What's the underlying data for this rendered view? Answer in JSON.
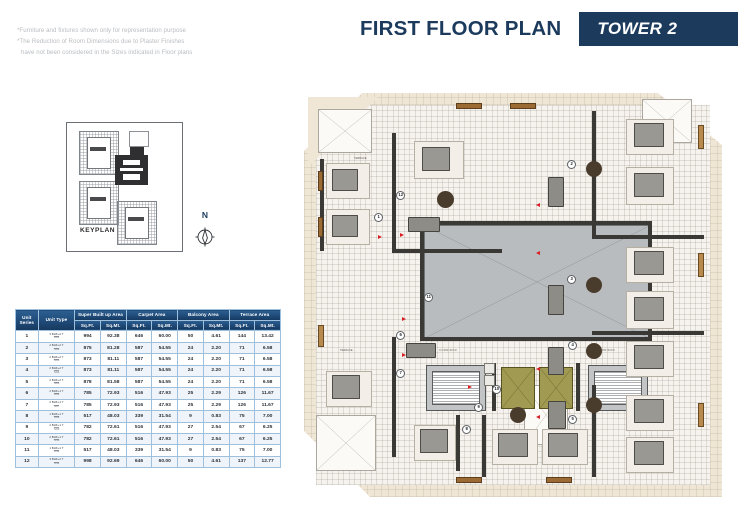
{
  "header": {
    "title": "FIRST FLOOR PLAN",
    "tower_label": "TOWER 2",
    "accent_navy": "#1b3a5c"
  },
  "disclaimer": {
    "line1": "*Furniture and fixtures shown only for representation purpose",
    "line2": "*The Reduction of Room Dimensions due to Plaster Finishes",
    "line3": "have not been considered in the Sizes indicated in Floor plans"
  },
  "keyplan": {
    "label": "KEYPLAN",
    "north_label": "N",
    "north_icon": "compass-icon"
  },
  "table": {
    "headers": {
      "unit_series": "Unit Series",
      "unit_type": "Unit Type",
      "super_built_up": "Super Built up Area",
      "carpet": "Carpet Area",
      "balcony": "Balcony Area",
      "terrace": "Terrace Area",
      "sqft": "Sq.Ft.",
      "sqmt": "Sq.Mt."
    },
    "rows": [
      {
        "series": "1",
        "type": "3 BHK+2 T",
        "code": "T201",
        "sbua_ft": "994",
        "sbua_mt": "92.38",
        "carpet_ft": "646",
        "carpet_mt": "60.00",
        "balcony_ft": "50",
        "balcony_mt": "4.61",
        "terrace_ft": "144",
        "terrace_mt": "13.42"
      },
      {
        "series": "2",
        "type": "2 BHK+2 T",
        "code": "T202",
        "sbua_ft": "875",
        "sbua_mt": "81.28",
        "carpet_ft": "587",
        "carpet_mt": "54.55",
        "balcony_ft": "24",
        "balcony_mt": "2.20",
        "terrace_ft": "71",
        "terrace_mt": "6.58"
      },
      {
        "series": "3",
        "type": "2 BHK+2 T",
        "code": "T203",
        "sbua_ft": "873",
        "sbua_mt": "81.11",
        "carpet_ft": "587",
        "carpet_mt": "54.55",
        "balcony_ft": "24",
        "balcony_mt": "2.20",
        "terrace_ft": "71",
        "terrace_mt": "6.58"
      },
      {
        "series": "4",
        "type": "2 BHK+2 T",
        "code": "T204",
        "sbua_ft": "873",
        "sbua_mt": "81.11",
        "carpet_ft": "587",
        "carpet_mt": "54.55",
        "balcony_ft": "24",
        "balcony_mt": "2.20",
        "terrace_ft": "71",
        "terrace_mt": "6.58"
      },
      {
        "series": "5",
        "type": "2 BHK+2 T",
        "code": "T205",
        "sbua_ft": "878",
        "sbua_mt": "81.58",
        "carpet_ft": "587",
        "carpet_mt": "54.55",
        "balcony_ft": "24",
        "balcony_mt": "2.20",
        "terrace_ft": "71",
        "terrace_mt": "6.58"
      },
      {
        "series": "6",
        "type": "2 BHK+1 T",
        "code": "T206",
        "sbua_ft": "785",
        "sbua_mt": "72.93",
        "carpet_ft": "516",
        "carpet_mt": "47.93",
        "balcony_ft": "25",
        "balcony_mt": "2.29",
        "terrace_ft": "126",
        "terrace_mt": "11.67"
      },
      {
        "series": "7",
        "type": "2 BHK+1 T",
        "code": "T207",
        "sbua_ft": "785",
        "sbua_mt": "72.93",
        "carpet_ft": "516",
        "carpet_mt": "47.93",
        "balcony_ft": "25",
        "balcony_mt": "2.29",
        "terrace_ft": "126",
        "terrace_mt": "11.67"
      },
      {
        "series": "8",
        "type": "1 BHK+1 T",
        "code": "T208",
        "sbua_ft": "517",
        "sbua_mt": "48.03",
        "carpet_ft": "339",
        "carpet_mt": "31.54",
        "balcony_ft": "9",
        "balcony_mt": "0.83",
        "terrace_ft": "75",
        "terrace_mt": "7.00"
      },
      {
        "series": "9",
        "type": "2 BHK+1 T",
        "code": "T209",
        "sbua_ft": "782",
        "sbua_mt": "72.61",
        "carpet_ft": "516",
        "carpet_mt": "47.93",
        "balcony_ft": "27",
        "balcony_mt": "2.54",
        "terrace_ft": "67",
        "terrace_mt": "6.25"
      },
      {
        "series": "10",
        "type": "2 BHK+1 T",
        "code": "T210",
        "sbua_ft": "782",
        "sbua_mt": "72.61",
        "carpet_ft": "516",
        "carpet_mt": "47.93",
        "balcony_ft": "27",
        "balcony_mt": "2.54",
        "terrace_ft": "67",
        "terrace_mt": "6.25"
      },
      {
        "series": "11",
        "type": "1 BHK+1 T",
        "code": "T211",
        "sbua_ft": "517",
        "sbua_mt": "48.03",
        "carpet_ft": "339",
        "carpet_mt": "31.54",
        "balcony_ft": "9",
        "balcony_mt": "0.83",
        "terrace_ft": "75",
        "terrace_mt": "7.00"
      },
      {
        "series": "12",
        "type": "3 BHK+2 T",
        "code": "T212",
        "sbua_ft": "998",
        "sbua_mt": "92.69",
        "carpet_ft": "646",
        "carpet_mt": "60.00",
        "balcony_ft": "50",
        "balcony_mt": "4.61",
        "terrace_ft": "137",
        "terrace_mt": "12.77"
      }
    ]
  },
  "plan": {
    "corridor_left_label": "CORRIDOR",
    "corridor_right_label": "CORRIDOR",
    "unit_numbers": [
      "1",
      "2",
      "3",
      "4",
      "5",
      "6",
      "7",
      "8",
      "9",
      "10",
      "11",
      "12"
    ]
  }
}
